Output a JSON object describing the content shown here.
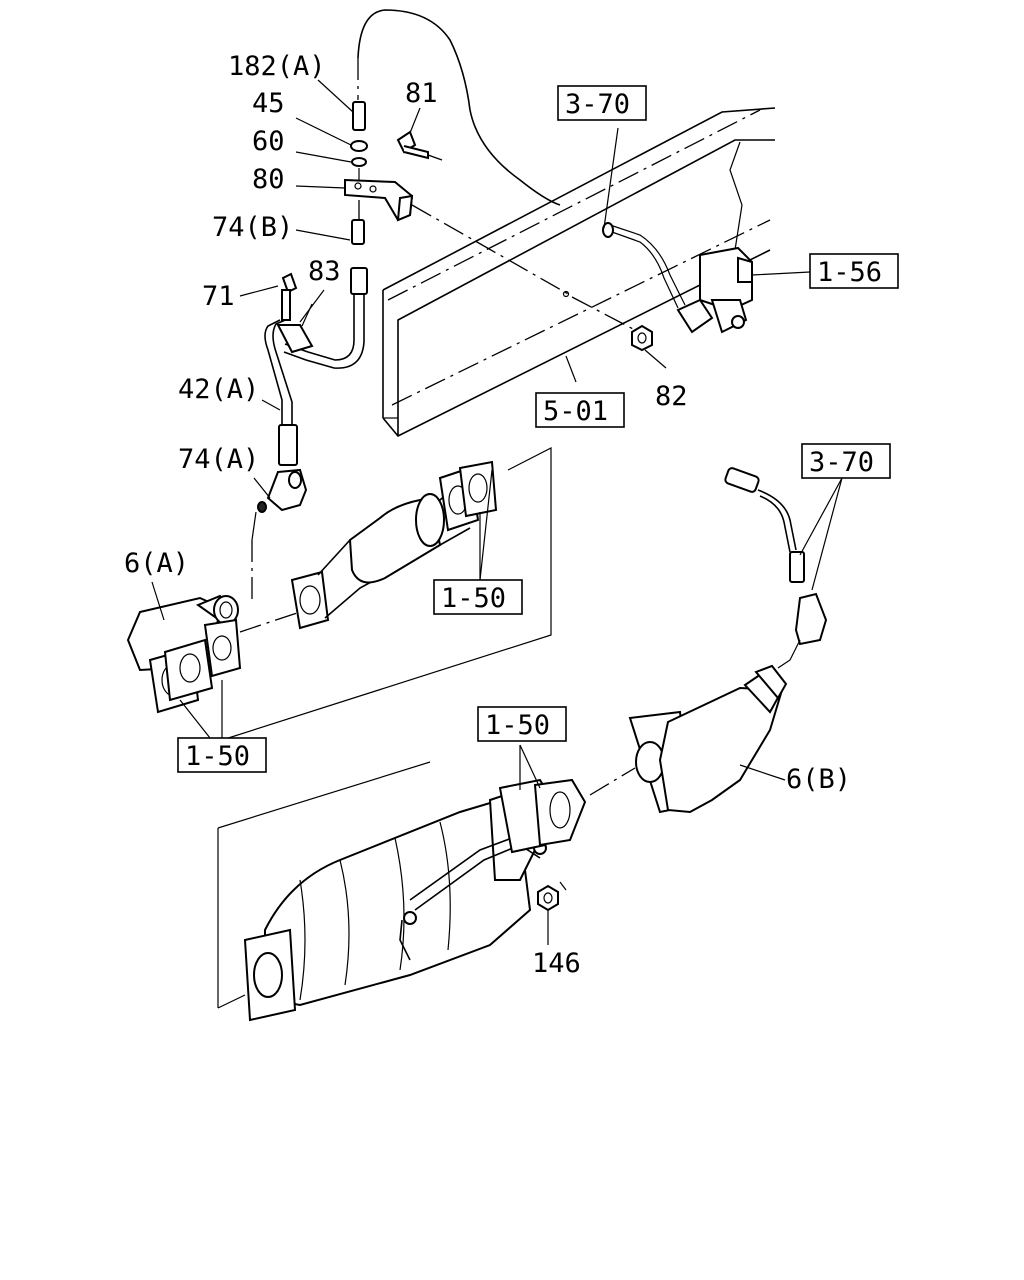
{
  "callouts": {
    "c182a": "182(A)",
    "c45": "45",
    "c60": "60",
    "c81": "81",
    "c80": "80",
    "c74b": "74(B)",
    "c71": "71",
    "c83": "83",
    "c42a": "42(A)",
    "c74a": "74(A)",
    "c6a": "6(A)",
    "c82": "82",
    "c6b": "6(B)",
    "c146": "146"
  },
  "refs": {
    "r370_top": "3-70",
    "r156": "1-56",
    "r501": "5-01",
    "r370_right": "3-70",
    "r150_a": "1-50",
    "r150_b": "1-50",
    "r150_c": "1-50"
  }
}
